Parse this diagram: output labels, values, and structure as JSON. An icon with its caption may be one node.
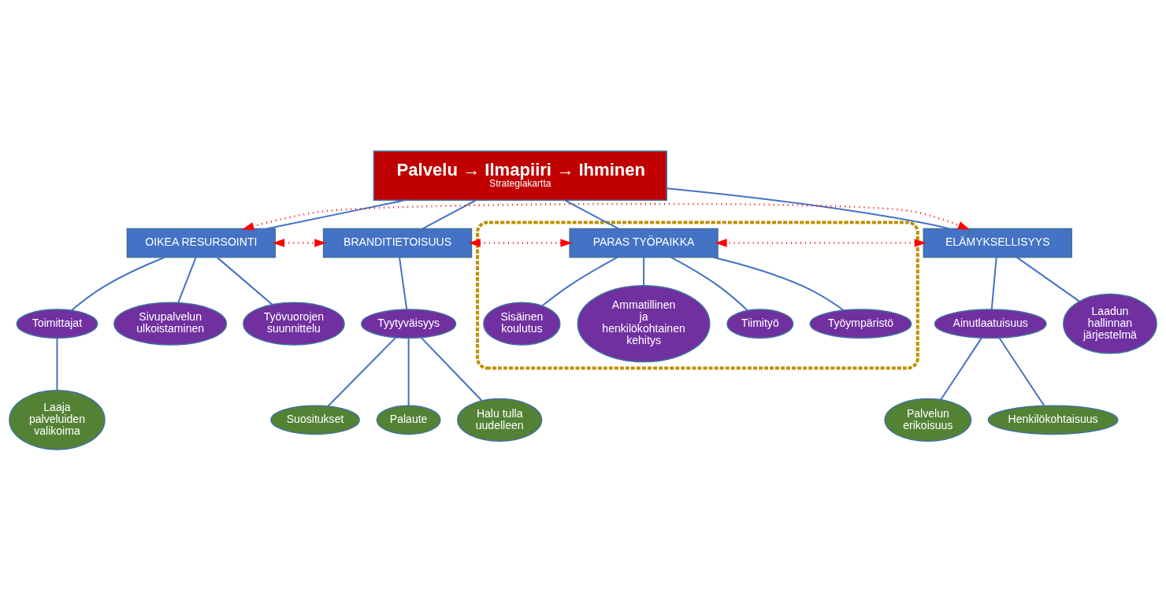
{
  "diagram": {
    "nodes": [
      {
        "text": [
          "Palvelu → Ilmapiiri → Ihminen",
          "Strategiakartta"
        ]
      },
      {
        "text": [
          "OIKEA RESURSOINTI"
        ]
      },
      {
        "text": [
          "Laaja palveluiden valikoima"
        ]
      },
      {
        "text": [
          "Toimittajat"
        ]
      },
      {
        "text": [
          "Sivupalvelun ulkoistaminen"
        ]
      },
      {
        "text": [
          "Työvuorojen suunnittelu"
        ]
      },
      {
        "text": [
          "BRANDITIETOISUUS"
        ]
      },
      {
        "text": [
          "Tyytyväisyys"
        ]
      },
      {
        "text": [
          "Suositukset"
        ]
      },
      {
        "text": [
          "Palaute"
        ]
      },
      {
        "text": [
          "Halu tulla uudelleen"
        ]
      },
      {
        "text": [
          "ELÄMYKSELLISYYS"
        ]
      },
      {
        "text": [
          "Ainutlaatuisuus"
        ]
      },
      {
        "text": [
          "Laadun hallinnan järjestelmä"
        ]
      },
      {
        "text": [
          "Palvelun erikoisuus"
        ]
      },
      {
        "text": [
          "Henkilökohtaisuus"
        ]
      },
      {
        "text": [],
        "shape": "ellipse"
      },
      {
        "text": [
          "PARAS TYÖPAIKKA"
        ],
        "in": 16
      },
      {
        "text": [
          "Sisäinen koulutus"
        ],
        "in": 16
      },
      {
        "text": [
          "Ammatillinen ja henkilökohtainen kehitys"
        ],
        "in": 16
      },
      {
        "text": [
          "Tiimityö"
        ],
        "in": 16
      },
      {
        "text": [
          "Työympäristö"
        ],
        "in": 16
      }
    ],
    "edges": [
      {
        "from": 0,
        "to": 1,
        "arrow": "none"
      },
      {
        "from": 1,
        "to": 3,
        "arrow": "none"
      },
      {
        "from": 3,
        "to": 2,
        "arrow": "none"
      },
      {
        "from": 1,
        "to": 4,
        "arrow": "none"
      },
      {
        "from": 1,
        "to": 5,
        "arrow": "none"
      },
      {
        "from": 0,
        "to": 6,
        "arrow": "none"
      },
      {
        "from": 6,
        "to": 7,
        "arrow": "none"
      },
      {
        "from": 7,
        "to": 8,
        "arrow": "none"
      },
      {
        "from": 7,
        "to": 9,
        "arrow": "none"
      },
      {
        "from": 7,
        "to": 10,
        "arrow": "none"
      },
      {
        "from": 0,
        "to": 11,
        "arrow": "none"
      },
      {
        "from": 11,
        "to": 12,
        "arrow": "none"
      },
      {
        "from": 11,
        "to": 13,
        "arrow": "none"
      },
      {
        "from": 12,
        "to": 14,
        "arrow": "none"
      },
      {
        "from": 12,
        "to": 15,
        "arrow": "none"
      },
      {
        "from": 0,
        "to": 17,
        "arrow": "none"
      },
      {
        "from": 17,
        "to": 18,
        "arrow": "none"
      },
      {
        "from": 17,
        "to": 19,
        "arrow": "none"
      },
      {
        "from": 17,
        "to": 20,
        "arrow": "none"
      },
      {
        "from": 17,
        "to": 21,
        "arrow": "none"
      },
      {
        "from": 1,
        "to": 6,
        "arrow": "both",
        "style": "dashed",
        "color": "#ff0000"
      },
      {
        "from": 1,
        "to": 11,
        "arrow": "both",
        "style": "dashed",
        "color": "#ff0000"
      },
      {
        "from": 11,
        "to": 17,
        "arrow": "both",
        "style": "dashed",
        "color": "#ff0000"
      },
      {
        "from": 6,
        "to": 17,
        "arrow": "both",
        "style": "dashed",
        "color": "#ff0000"
      }
    ]
  }
}
